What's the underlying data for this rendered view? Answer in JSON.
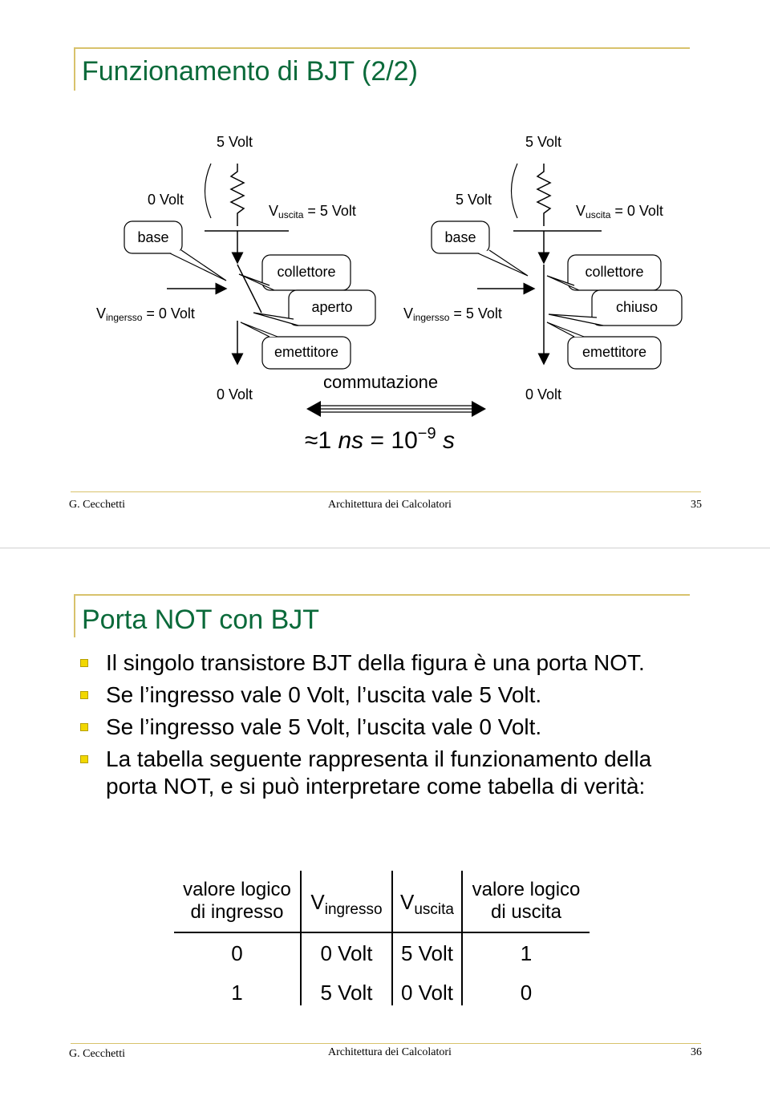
{
  "slide1": {
    "title": "Funzionamento di BJT (2/2)",
    "left": {
      "supply": "5 Volt",
      "input_value": "0 Volt",
      "base": "base",
      "v_out_label": "V",
      "v_out_sub": "uscita",
      "v_out_value": " = 5 Volt",
      "collector": "collettore",
      "v_in_label": "V",
      "v_in_sub": "ingersso",
      "v_in_value": " = 0 Volt",
      "state": "aperto",
      "emitter": "emettitore",
      "ground": "0 Volt"
    },
    "right": {
      "supply": "5 Volt",
      "input_value": "5 Volt",
      "base": "base",
      "v_out_label": "V",
      "v_out_sub": "uscita",
      "v_out_value": " = 0 Volt",
      "collector": "collettore",
      "v_in_label": "V",
      "v_in_sub": "ingersso",
      "v_in_value": " = 5 Volt",
      "state": "chiuso",
      "emitter": "emettitore",
      "ground": "0 Volt"
    },
    "commutation": "commutazione",
    "formula": {
      "approx": "≈",
      "one": "1",
      "ns": "ns",
      "eq": "=",
      "ten": "10",
      "exp": "−9",
      "s": "s"
    },
    "footer": {
      "author": "G. Cecchetti",
      "course": "Architettura dei Calcolatori",
      "page": "35"
    }
  },
  "slide2": {
    "title": "Porta NOT con BJT",
    "bullets": [
      "Il singolo transistore BJT della figura è una porta NOT.",
      "Se l’ingresso vale 0 Volt, l’uscita vale 5 Volt.",
      "Se l’ingresso vale 5 Volt, l’uscita vale 0 Volt.",
      "La tabella seguente rappresenta il funzionamento della porta NOT, e si può interpretare come tabella di verità:"
    ],
    "table": {
      "h_logic_in_1": "valore logico",
      "h_logic_in_2": "di ingresso",
      "h_vin": "V",
      "h_vin_sub": "ingresso",
      "h_vout": "V",
      "h_vout_sub": "uscita",
      "h_logic_out_1": "valore logico",
      "h_logic_out_2": "di uscita",
      "rows": [
        [
          "0",
          "0 Volt",
          "5 Volt",
          "1"
        ],
        [
          "1",
          "5 Volt",
          "0 Volt",
          "0"
        ]
      ]
    },
    "footer": {
      "author": "G. Cecchetti",
      "course": "Architettura dei Calcolatori",
      "page": "36"
    }
  }
}
